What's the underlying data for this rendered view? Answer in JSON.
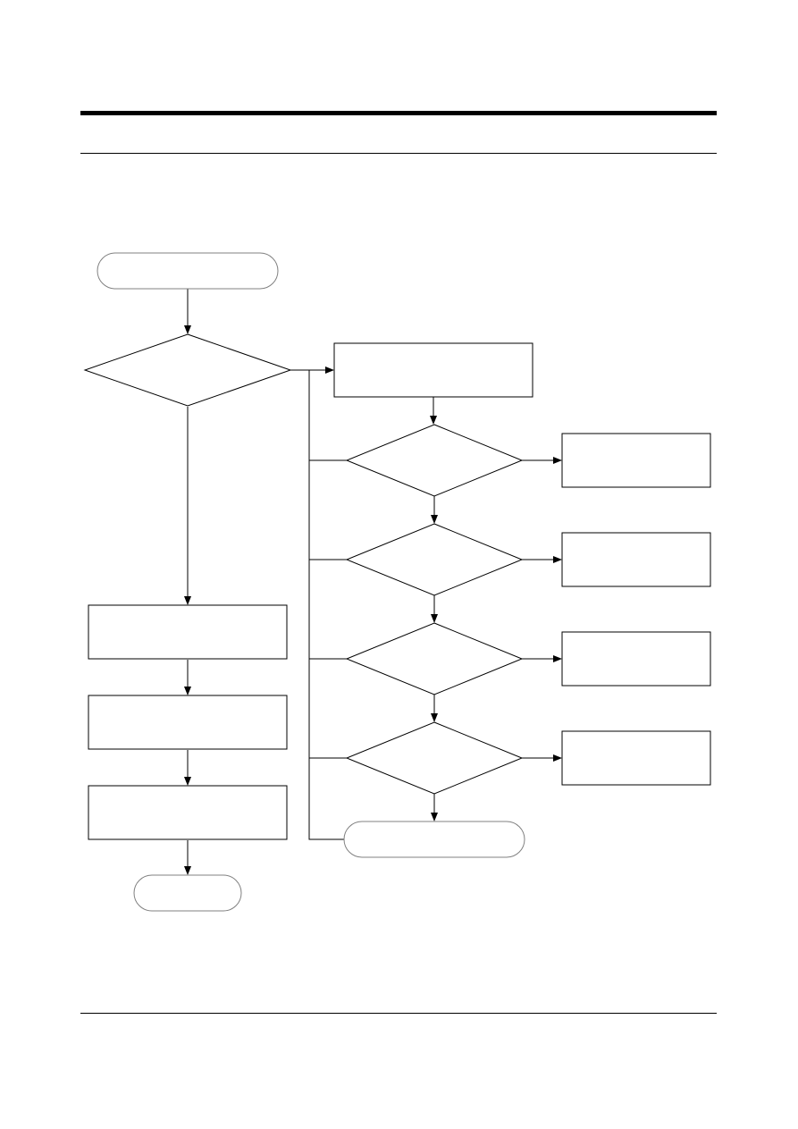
{
  "page": {
    "header_text": "",
    "footer_text": "",
    "line_color": "#000000",
    "shape_stroke": "#000000",
    "terminator_stroke": "#808080",
    "fill": "#ffffff"
  },
  "flowchart": {
    "nodes": [
      {
        "id": "start",
        "shape": "terminator",
        "label": ""
      },
      {
        "id": "decision-main",
        "shape": "decision",
        "label": ""
      },
      {
        "id": "process-right-top",
        "shape": "process",
        "label": ""
      },
      {
        "id": "decision-1",
        "shape": "decision",
        "label": ""
      },
      {
        "id": "decision-2",
        "shape": "decision",
        "label": ""
      },
      {
        "id": "decision-3",
        "shape": "decision",
        "label": ""
      },
      {
        "id": "decision-4",
        "shape": "decision",
        "label": ""
      },
      {
        "id": "result-1",
        "shape": "process",
        "label": ""
      },
      {
        "id": "result-2",
        "shape": "process",
        "label": ""
      },
      {
        "id": "result-3",
        "shape": "process",
        "label": ""
      },
      {
        "id": "result-4",
        "shape": "process",
        "label": ""
      },
      {
        "id": "end-right",
        "shape": "terminator",
        "label": ""
      },
      {
        "id": "process-left-1",
        "shape": "process",
        "label": ""
      },
      {
        "id": "process-left-2",
        "shape": "process",
        "label": ""
      },
      {
        "id": "process-left-3",
        "shape": "process",
        "label": ""
      },
      {
        "id": "end-left",
        "shape": "terminator",
        "label": ""
      }
    ],
    "edges": [
      {
        "from": "start",
        "to": "decision-main"
      },
      {
        "from": "decision-main",
        "to": "process-right-top"
      },
      {
        "from": "decision-main",
        "to": "process-left-1"
      },
      {
        "from": "process-right-top",
        "to": "decision-1"
      },
      {
        "from": "decision-1",
        "to": "decision-2"
      },
      {
        "from": "decision-2",
        "to": "decision-3"
      },
      {
        "from": "decision-3",
        "to": "decision-4"
      },
      {
        "from": "decision-4",
        "to": "end-right"
      },
      {
        "from": "decision-1",
        "to": "result-1"
      },
      {
        "from": "decision-2",
        "to": "result-2"
      },
      {
        "from": "decision-3",
        "to": "result-3"
      },
      {
        "from": "decision-4",
        "to": "result-4"
      },
      {
        "from": "process-left-1",
        "to": "process-left-2"
      },
      {
        "from": "process-left-2",
        "to": "process-left-3"
      },
      {
        "from": "process-left-3",
        "to": "end-left"
      }
    ]
  }
}
